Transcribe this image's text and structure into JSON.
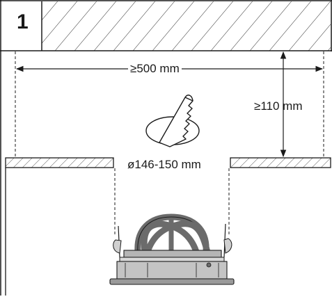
{
  "figure": {
    "step_number": "1",
    "clearance_width_label": "≥500 mm",
    "clearance_height_label": "≥110 mm",
    "cutout_diameter_label": "ø146-150 mm",
    "icons": [
      "saw-cutout-icon",
      "downlight-fixture-icon"
    ],
    "colors": {
      "line": "#1a1a1a",
      "fixture_strap": "#6b6b6b",
      "fixture_metal": "#b5b5b5",
      "background": "#ffffff"
    }
  }
}
